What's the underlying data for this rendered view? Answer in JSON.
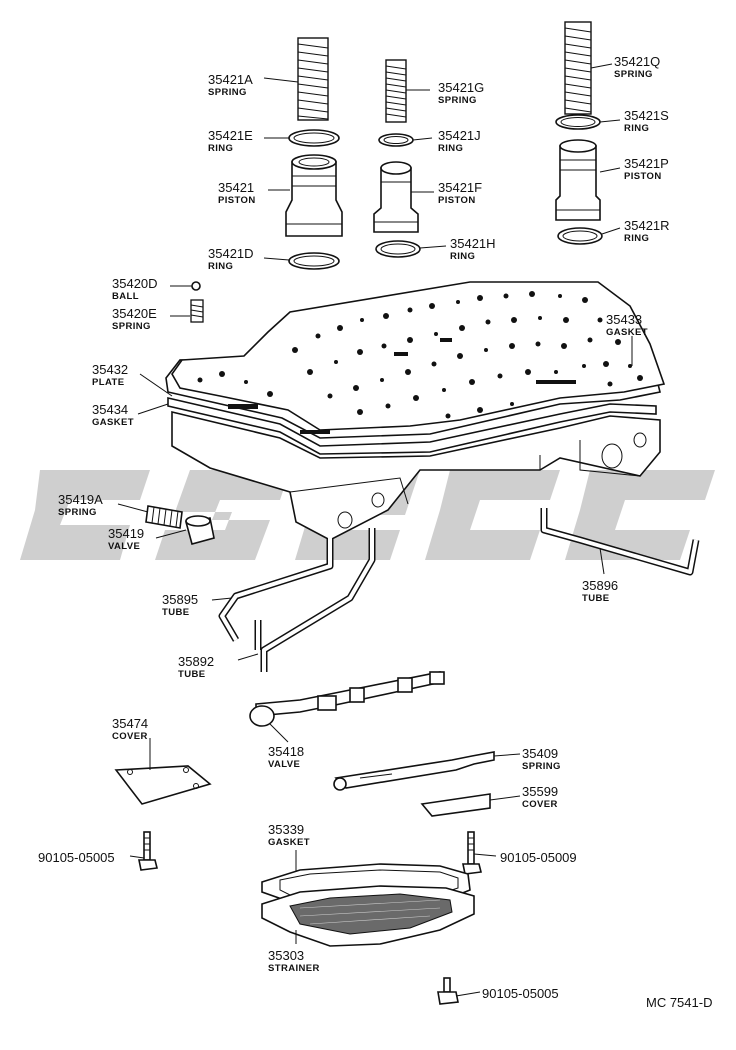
{
  "labels": {
    "p35421A": {
      "num": "35421A",
      "name": "SPRING"
    },
    "p35421E": {
      "num": "35421E",
      "name": "RING"
    },
    "p35421": {
      "num": "35421",
      "name": "PISTON"
    },
    "p35421D": {
      "num": "35421D",
      "name": "RING"
    },
    "p35421G": {
      "num": "35421G",
      "name": "SPRING"
    },
    "p35421J": {
      "num": "35421J",
      "name": "RING"
    },
    "p35421F": {
      "num": "35421F",
      "name": "PISTON"
    },
    "p35421H": {
      "num": "35421H",
      "name": "RING"
    },
    "p35421Q": {
      "num": "35421Q",
      "name": "SPRING"
    },
    "p35421S": {
      "num": "35421S",
      "name": "RING"
    },
    "p35421P": {
      "num": "35421P",
      "name": "PISTON"
    },
    "p35421R": {
      "num": "35421R",
      "name": "RING"
    },
    "p35420D": {
      "num": "35420D",
      "name": "BALL"
    },
    "p35420E": {
      "num": "35420E",
      "name": "SPRING"
    },
    "p35433": {
      "num": "35433",
      "name": "GASKET"
    },
    "p35432": {
      "num": "35432",
      "name": "PLATE"
    },
    "p35434": {
      "num": "35434",
      "name": "GASKET"
    },
    "p35419A": {
      "num": "35419A",
      "name": "SPRING"
    },
    "p35419": {
      "num": "35419",
      "name": "VALVE"
    },
    "p35895": {
      "num": "35895",
      "name": "TUBE"
    },
    "p35896": {
      "num": "35896",
      "name": "TUBE"
    },
    "p35892": {
      "num": "35892",
      "name": "TUBE"
    },
    "p35474": {
      "num": "35474",
      "name": "COVER"
    },
    "p35418": {
      "num": "35418",
      "name": "VALVE"
    },
    "p35409": {
      "num": "35409",
      "name": "SPRING"
    },
    "p35599": {
      "num": "35599",
      "name": "COVER"
    },
    "p35339": {
      "num": "35339",
      "name": "GASKET"
    },
    "p35303": {
      "num": "35303",
      "name": "STRAINER"
    },
    "bolt1": {
      "num": "90105-05005"
    },
    "bolt2": {
      "num": "90105-05009"
    },
    "bolt3": {
      "num": "90105-05005"
    }
  },
  "figure_code": "MC 7541-D"
}
